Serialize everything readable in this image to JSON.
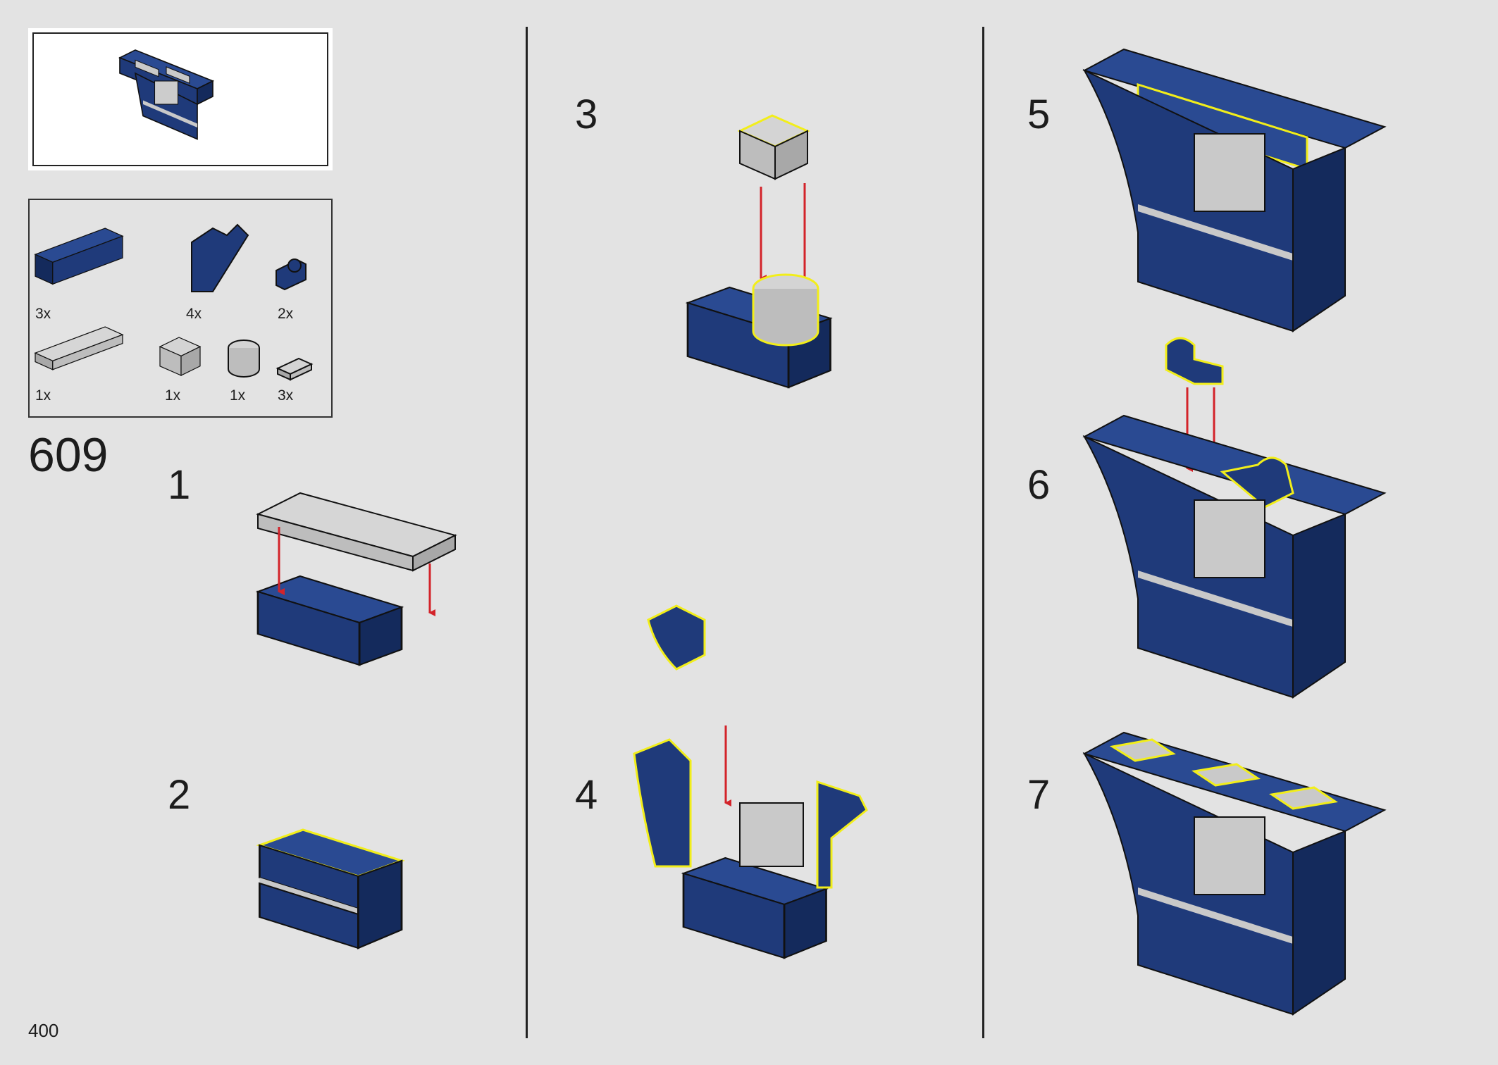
{
  "page": {
    "number": "400",
    "step_group": "609"
  },
  "parts_list": [
    {
      "qty": "3x",
      "part": "blue-brick-2x6"
    },
    {
      "qty": "4x",
      "part": "blue-arch-curved"
    },
    {
      "qty": "2x",
      "part": "blue-bracket-with-pin-hole"
    },
    {
      "qty": "1x",
      "part": "gray-plate-2x6"
    },
    {
      "qty": "1x",
      "part": "gray-brick-2x2-with-pin"
    },
    {
      "qty": "1x",
      "part": "gray-round-brick-2x2"
    },
    {
      "qty": "3x",
      "part": "gray-tile-grille"
    }
  ],
  "steps": [
    {
      "label": "1"
    },
    {
      "label": "2"
    },
    {
      "label": "3"
    },
    {
      "label": "4"
    },
    {
      "label": "5"
    },
    {
      "label": "6"
    },
    {
      "label": "7"
    }
  ],
  "colors": {
    "background": "#e3e3e3",
    "brick_blue": "#1f3a7a",
    "brick_blue_dark": "#142a5c",
    "gray_part": "#c9c9c9",
    "highlight": "#f2ee1a",
    "arrow": "#d3232a"
  }
}
